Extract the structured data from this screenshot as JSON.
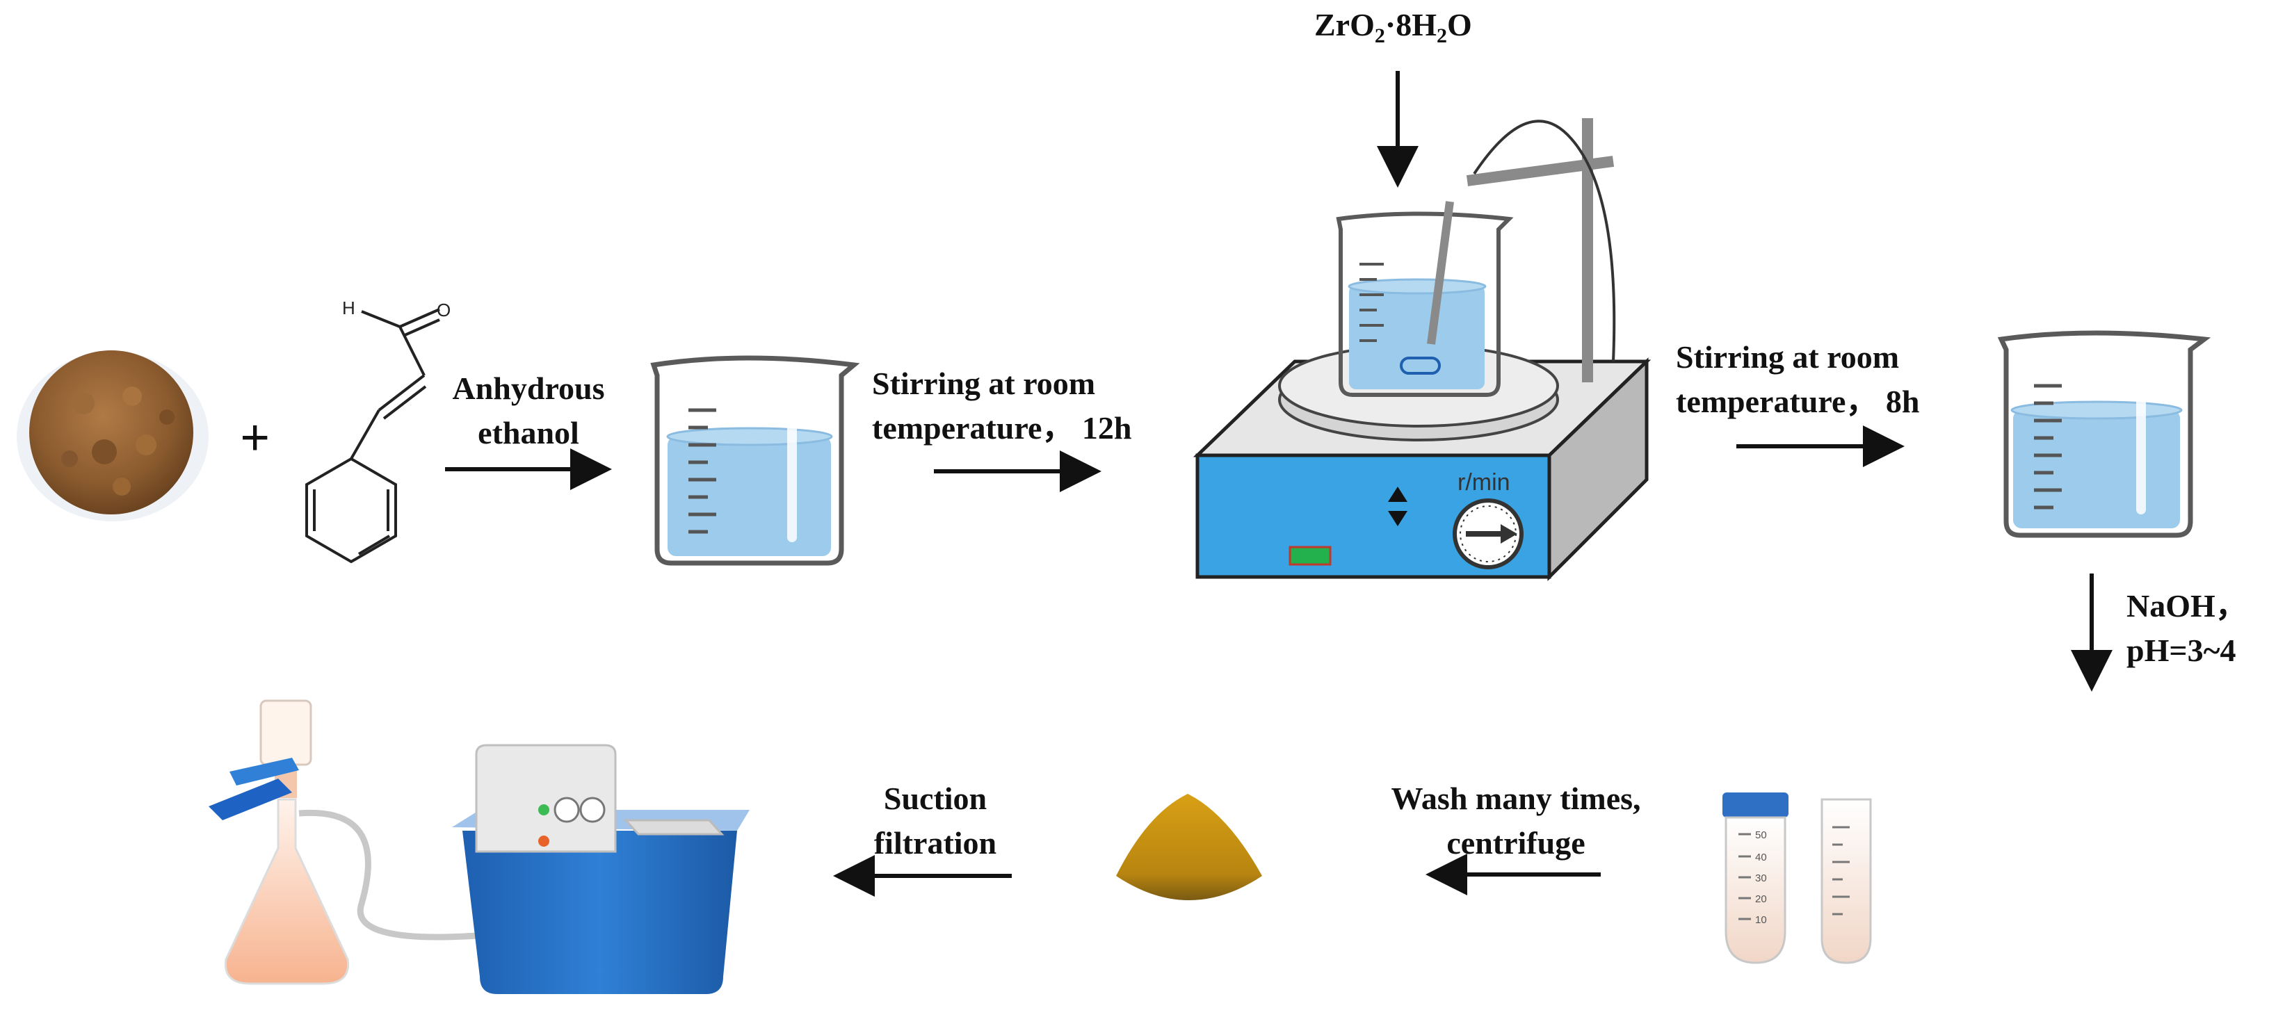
{
  "colors": {
    "water": "#9ccbeb",
    "glass_edge": "#5a5a5a",
    "stirrer_body": "#3aa3e3",
    "powder": "#c99411",
    "bath_blue": "#2f80d6",
    "arrow": "#111111"
  },
  "labels": {
    "plus": "+",
    "step1": [
      "Anhydrous",
      "ethanol"
    ],
    "step2": [
      "Stirring at room",
      "temperature， 12h"
    ],
    "reagent_top": {
      "pre": "ZrO",
      "sub1": "2",
      "mid": "·8H",
      "sub2": "2",
      "post": "O"
    },
    "step3": [
      "Stirring at room",
      "temperature， 8h"
    ],
    "step4": [
      "NaOH，",
      "pH=3~4"
    ],
    "step5": [
      "Wash many times,",
      "centrifuge"
    ],
    "step6": [
      "Suction",
      "filtration"
    ]
  },
  "structure_labels": {
    "h": "H",
    "o": "O"
  },
  "stirrer": {
    "speed_unit": "r/min"
  },
  "tube_ticks": [
    "50",
    "40",
    "30",
    "20",
    "10"
  ]
}
